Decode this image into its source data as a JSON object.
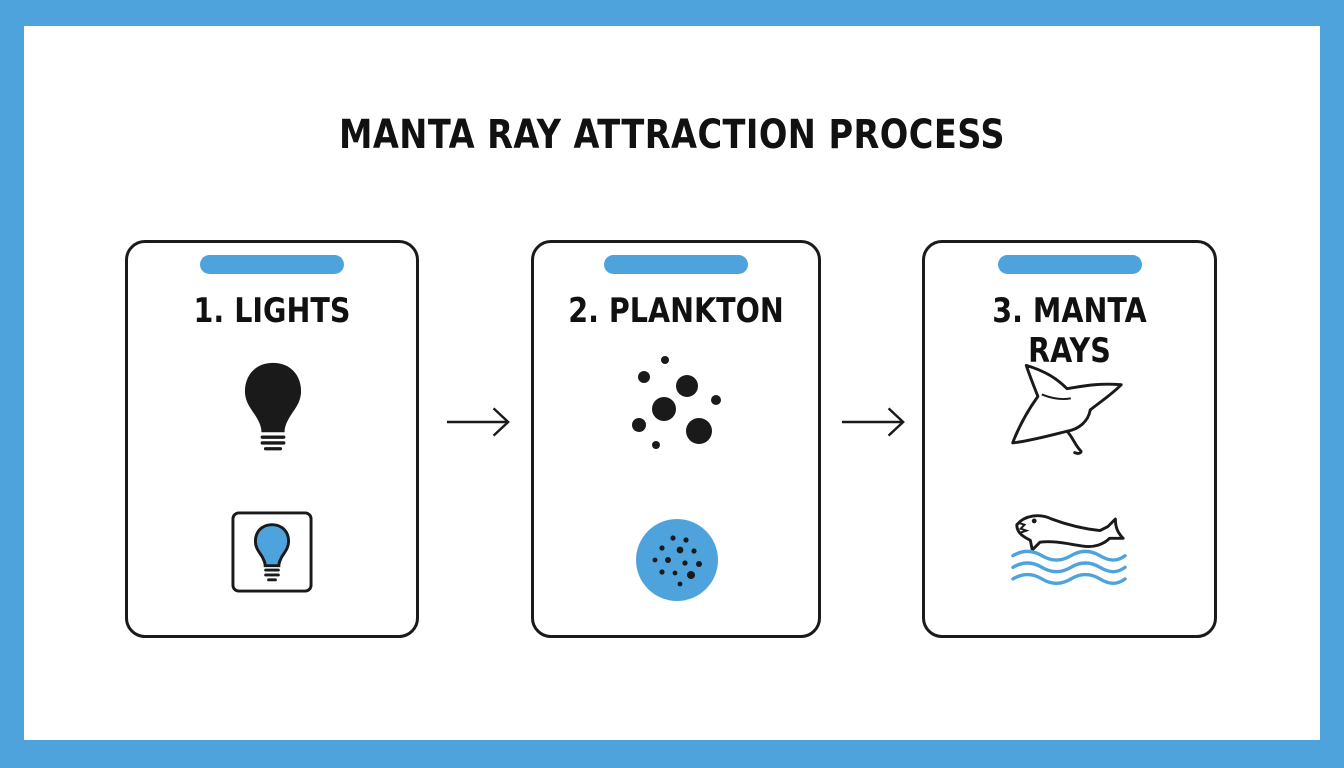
{
  "title": "MANTA RAY ATTRACTION PROCESS",
  "colors": {
    "accent": "#4fa3dc",
    "ink": "#1a1a1a",
    "background": "#ffffff"
  },
  "steps": [
    {
      "label": "1. LIGHTS",
      "icons": [
        "light-bulb-icon",
        "framed-light-bulb-icon"
      ]
    },
    {
      "label": "2. PLANKTON",
      "icons": [
        "plankton-particles-icon",
        "plankton-circle-icon"
      ]
    },
    {
      "label": "3. MANTA RAYS",
      "icons": [
        "manta-ray-icon",
        "manta-over-waves-icon"
      ]
    }
  ]
}
